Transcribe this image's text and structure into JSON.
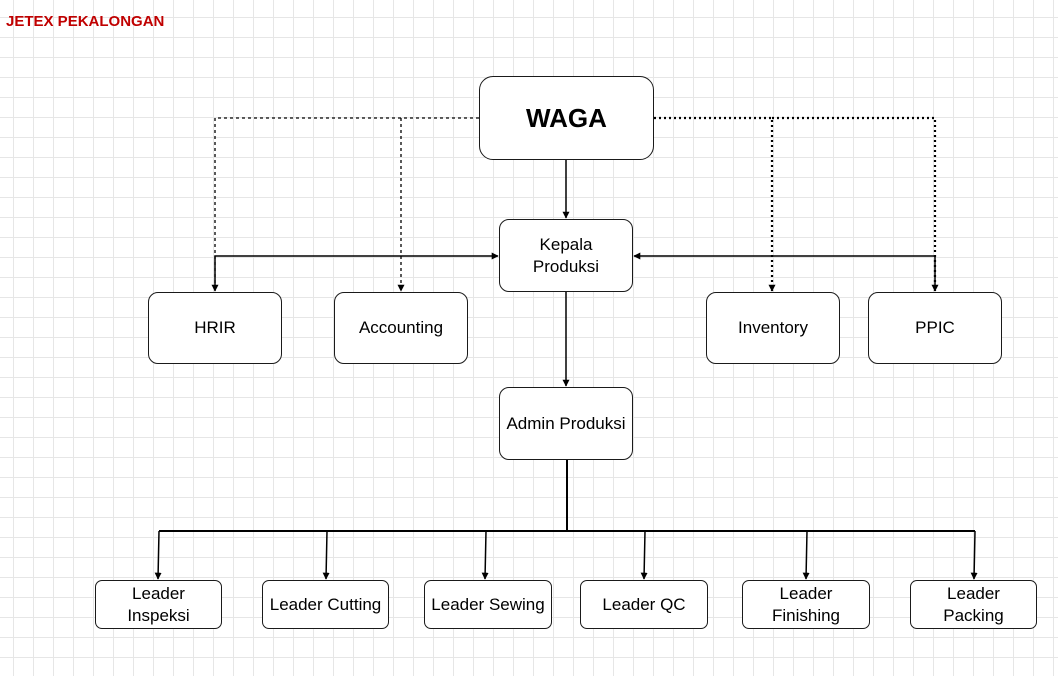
{
  "header": {
    "title": "JETEX PEKALONGAN"
  },
  "nodes": {
    "waga": "WAGA",
    "kepala_produksi": "Kepala Produksi",
    "hrir": "HRIR",
    "accounting": "Accounting",
    "inventory": "Inventory",
    "ppic": "PPIC",
    "admin_produksi": "Admin Produksi",
    "leader_inspeksi": "Leader Inspeksi",
    "leader_cutting": "Leader Cutting",
    "leader_sewing": "Leader Sewing",
    "leader_qc": "Leader QC",
    "leader_finishing": "Leader Finishing",
    "leader_packing": "Leader Packing"
  },
  "edges": [
    {
      "from": "waga",
      "to": "kepala_produksi",
      "style": "solid"
    },
    {
      "from": "waga",
      "to": "hrir",
      "style": "dotted"
    },
    {
      "from": "waga",
      "to": "accounting",
      "style": "dotted"
    },
    {
      "from": "waga",
      "to": "inventory",
      "style": "dotted"
    },
    {
      "from": "waga",
      "to": "ppic",
      "style": "dotted"
    },
    {
      "from": "hrir",
      "to": "kepala_produksi",
      "style": "solid"
    },
    {
      "from": "ppic",
      "to": "kepala_produksi",
      "style": "solid"
    },
    {
      "from": "kepala_produksi",
      "to": "admin_produksi",
      "style": "solid"
    },
    {
      "from": "admin_produksi",
      "to": "leader_inspeksi",
      "style": "solid"
    },
    {
      "from": "admin_produksi",
      "to": "leader_cutting",
      "style": "solid"
    },
    {
      "from": "admin_produksi",
      "to": "leader_sewing",
      "style": "solid"
    },
    {
      "from": "admin_produksi",
      "to": "leader_qc",
      "style": "solid"
    },
    {
      "from": "admin_produksi",
      "to": "leader_finishing",
      "style": "solid"
    },
    {
      "from": "admin_produksi",
      "to": "leader_packing",
      "style": "solid"
    }
  ],
  "colors": {
    "title": "#c00000",
    "line": "#000000",
    "node_border": "#1a1a1a",
    "grid": "#e6e6e6"
  }
}
